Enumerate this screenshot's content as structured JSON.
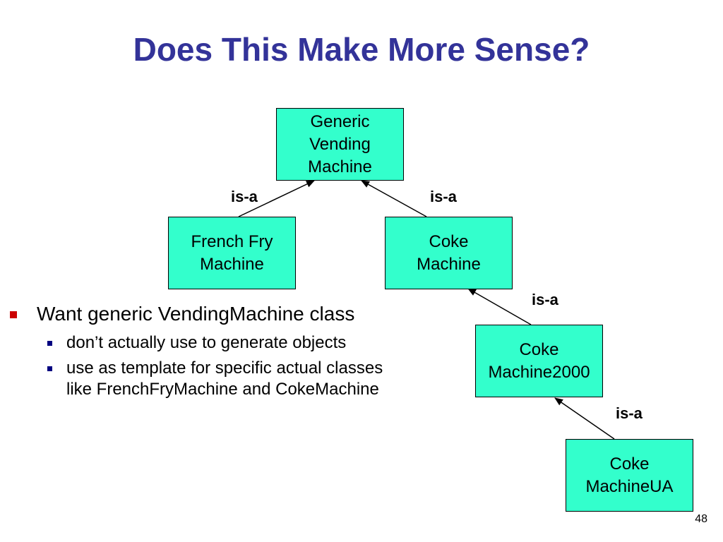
{
  "slide": {
    "title": "Does This Make More Sense?",
    "page_number": "48"
  },
  "diagram": {
    "nodes": {
      "generic": "Generic\nVending\nMachine",
      "frenchfry": "French Fry\nMachine",
      "coke": "Coke\nMachine",
      "coke2000": "Coke\nMachine2000",
      "cokeua": "Coke\nMachineUA"
    },
    "relation_label": "is-a"
  },
  "bullets": {
    "main": "Want generic VendingMachine class",
    "sub": [
      "don’t actually use to generate objects",
      "use as template for specific actual classes like FrenchFryMachine and CokeMachine"
    ]
  },
  "colors": {
    "title": "#333399",
    "box_fill": "#33ffcc",
    "bullet_main": "#cc0000",
    "bullet_sub": "#000080"
  }
}
